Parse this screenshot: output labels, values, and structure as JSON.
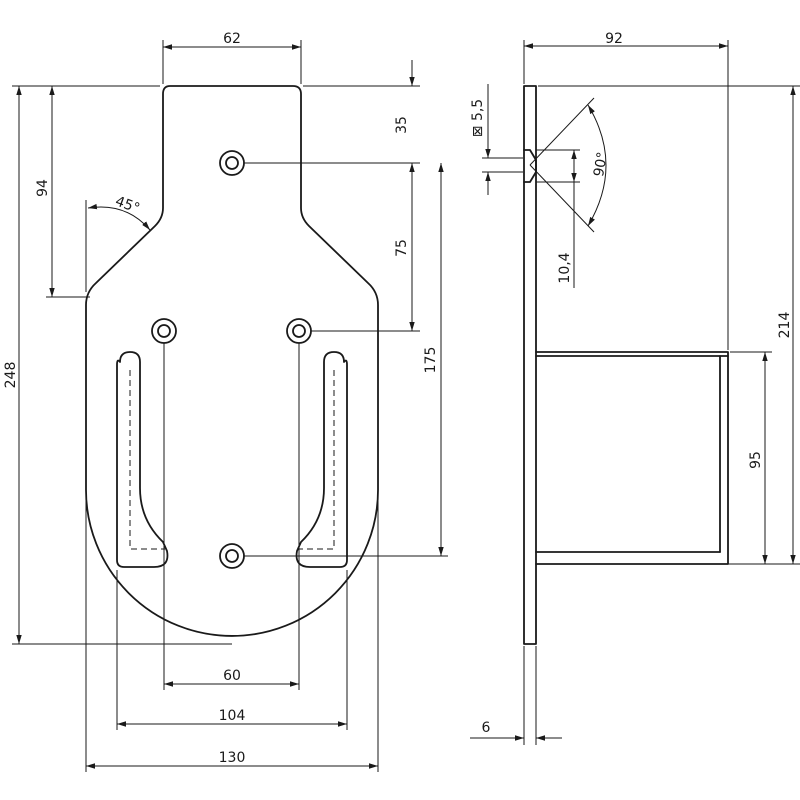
{
  "drawing": {
    "front_view": {
      "dims": {
        "width_top": "62",
        "height_total": "248",
        "height_neck": "94",
        "angle": "45°",
        "height_top_hole": "35",
        "hole_spacing_v1": "75",
        "hole_spacing_v2": "175",
        "hole_spacing_h": "60",
        "slot_spacing": "104",
        "width_total": "130"
      }
    },
    "side_view": {
      "dims": {
        "depth_total": "92",
        "screw_size": "⊠ 5,5",
        "countersink_angle": "90°",
        "countersink_diameter": "10,4",
        "height_total": "214",
        "box_height": "95",
        "plate_thickness": "6"
      }
    }
  }
}
